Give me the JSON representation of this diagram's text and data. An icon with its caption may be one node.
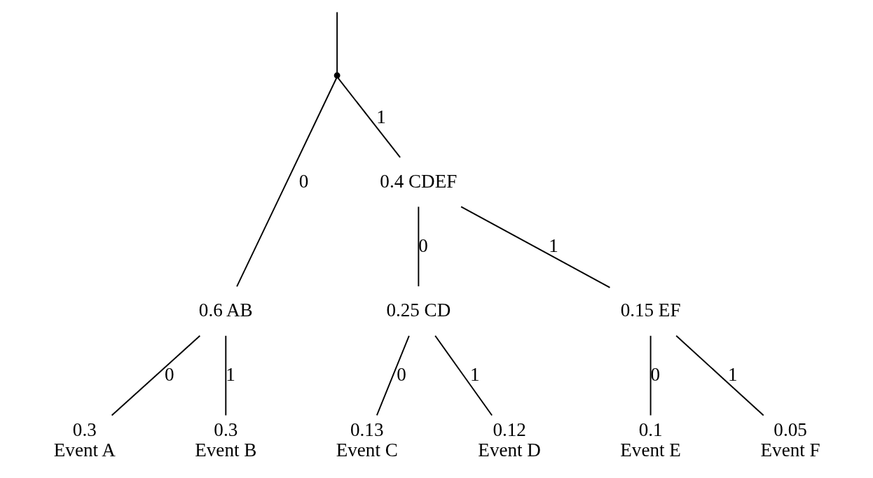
{
  "diagram": {
    "nodes": [
      {
        "text": [],
        "shape": "point"
      },
      {
        "text": [
          "0.6 AB"
        ]
      },
      {
        "text": [
          "0.4 CDEF"
        ]
      },
      {
        "text": [
          "0.25 CD"
        ]
      },
      {
        "text": [
          "0.15 EF"
        ]
      },
      {
        "text": [
          "0.3",
          "Event A"
        ]
      },
      {
        "text": [
          "0.3",
          "Event B"
        ]
      },
      {
        "text": [
          "0.13",
          "Event C"
        ]
      },
      {
        "text": [
          "0.12",
          "Event D"
        ]
      },
      {
        "text": [
          "0.1",
          "Event E"
        ]
      },
      {
        "text": [
          "0.05",
          "Event F"
        ]
      }
    ],
    "edges": [
      {
        "from": null,
        "to": 0,
        "arrow": "none"
      },
      {
        "from": 0,
        "to": 1,
        "arrow": "none",
        "label": "0"
      },
      {
        "from": 0,
        "to": 2,
        "arrow": "none",
        "label": "1"
      },
      {
        "from": 1,
        "to": 5,
        "arrow": "none",
        "label": "0"
      },
      {
        "from": 1,
        "to": 6,
        "arrow": "none",
        "label": "1"
      },
      {
        "from": 2,
        "to": 3,
        "arrow": "none",
        "label": "0"
      },
      {
        "from": 2,
        "to": 4,
        "arrow": "none",
        "label": "1"
      },
      {
        "from": 3,
        "to": 7,
        "arrow": "none",
        "label": "0"
      },
      {
        "from": 3,
        "to": 8,
        "arrow": "none",
        "label": "1"
      },
      {
        "from": 4,
        "to": 9,
        "arrow": "none",
        "label": "0"
      },
      {
        "from": 4,
        "to": 10,
        "arrow": "none",
        "label": "1"
      }
    ]
  }
}
